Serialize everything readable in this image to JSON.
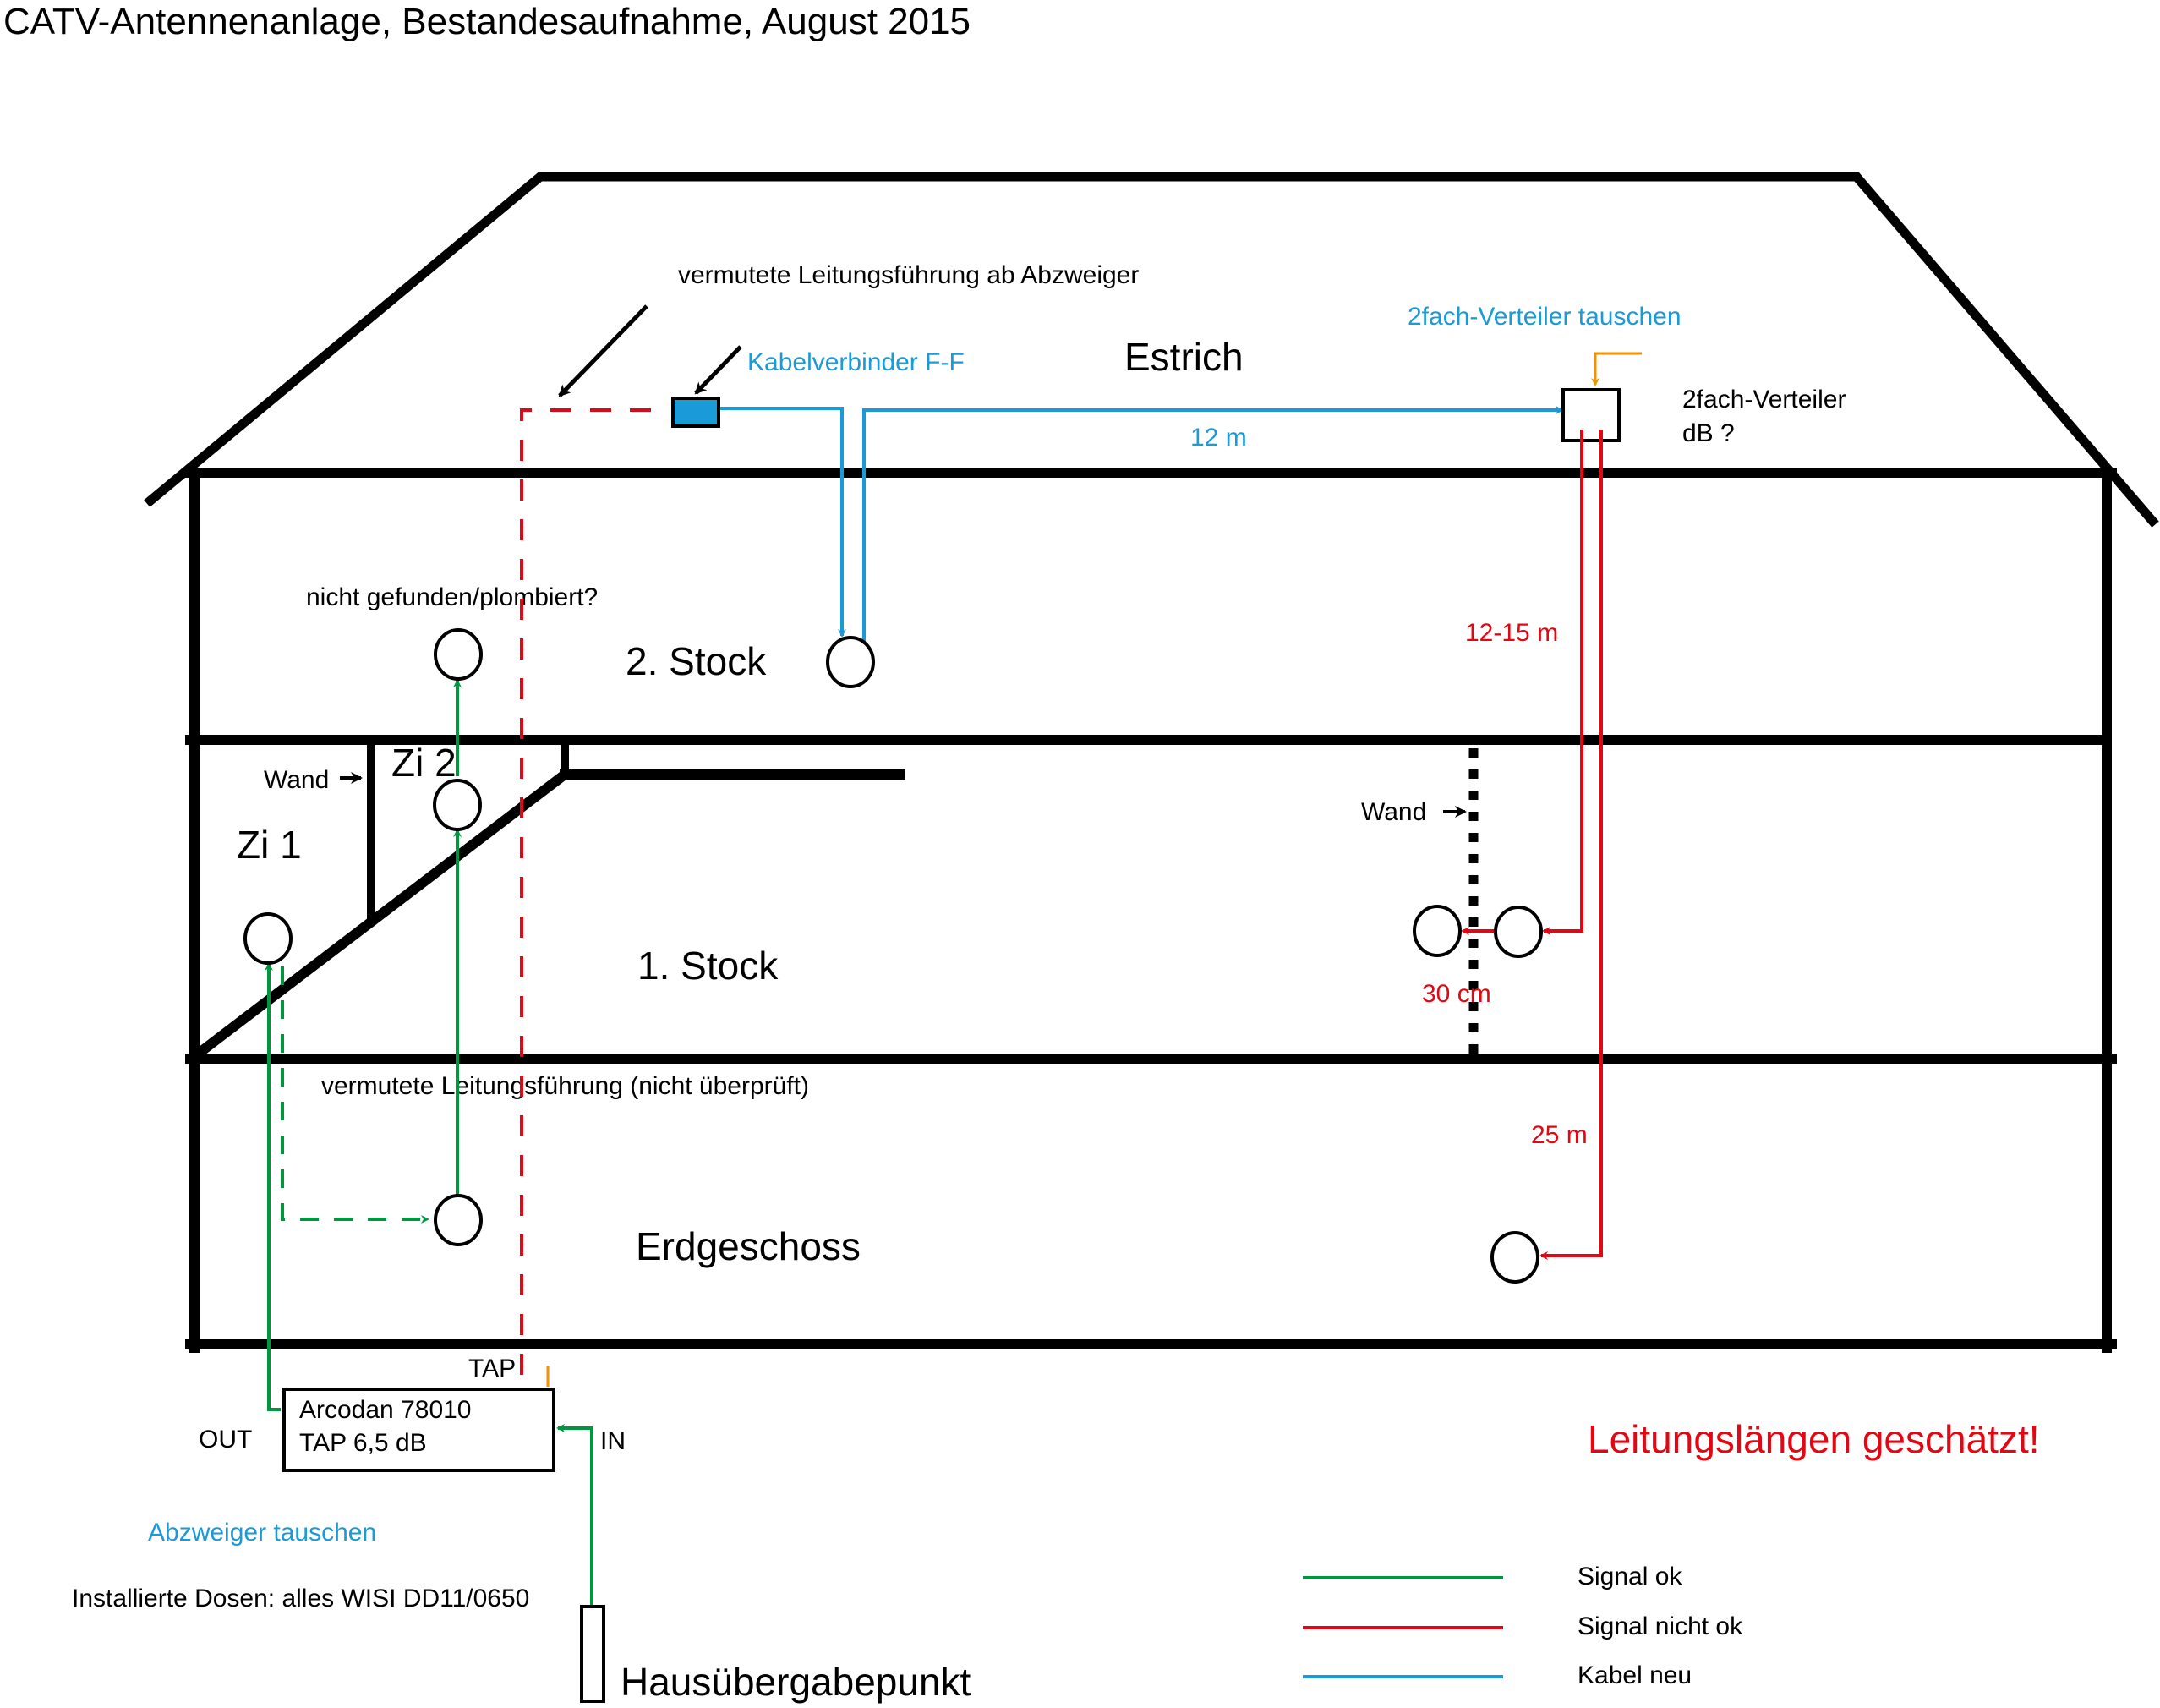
{
  "title": "CATV-Antennenanlage, Bestandesaufnahme, August 2015",
  "floors": {
    "attic": "Estrich",
    "second": "2. Stock",
    "first": "1. Stock",
    "ground": "Erdgeschoss"
  },
  "rooms": {
    "room1": "Zi 1",
    "room2": "Zi 2"
  },
  "annotations": {
    "suspected_route_from_tap": "vermutete Leitungsführung ab Abzweiger",
    "cable_connector": "Kabelverbinder F-F",
    "replace_splitter": "2fach-Verteiler tauschen",
    "splitter_label": "2fach-Verteiler",
    "splitter_db": "dB ?",
    "not_found": "nicht gefunden/plombiert?",
    "wall_left": "Wand",
    "wall_right": "Wand",
    "suspected_route_unchecked": "vermutete Leitungsführung (nicht überprüft)",
    "replace_tap": "Abzweiger tauschen",
    "installed_outlets": "Installierte Dosen: alles WISI DD11/0650",
    "lengths_estimated": "Leitungslängen geschätzt!",
    "handover_point": "Hausübergabepunkt"
  },
  "lengths": {
    "attic_run": "12 m",
    "second_floor_drop": "12-15 m",
    "wall_gap": "30 cm",
    "ground_drop": "25 m"
  },
  "tap_device": {
    "model": "Arcodan 78010",
    "spec": "TAP 6,5 dB",
    "port_tap": "TAP",
    "port_out": "OUT",
    "port_in": "IN"
  },
  "legend": [
    {
      "label": "Signal ok",
      "color": "#00963f"
    },
    {
      "label": "Signal nicht ok",
      "color": "#e30613"
    },
    {
      "label": "Kabel neu",
      "color": "#1a9ad6"
    }
  ],
  "colors": {
    "green": "#00963f",
    "red": "#e30613",
    "blue": "#1a9ad6",
    "orange": "#f39200",
    "wall": "#000000"
  }
}
